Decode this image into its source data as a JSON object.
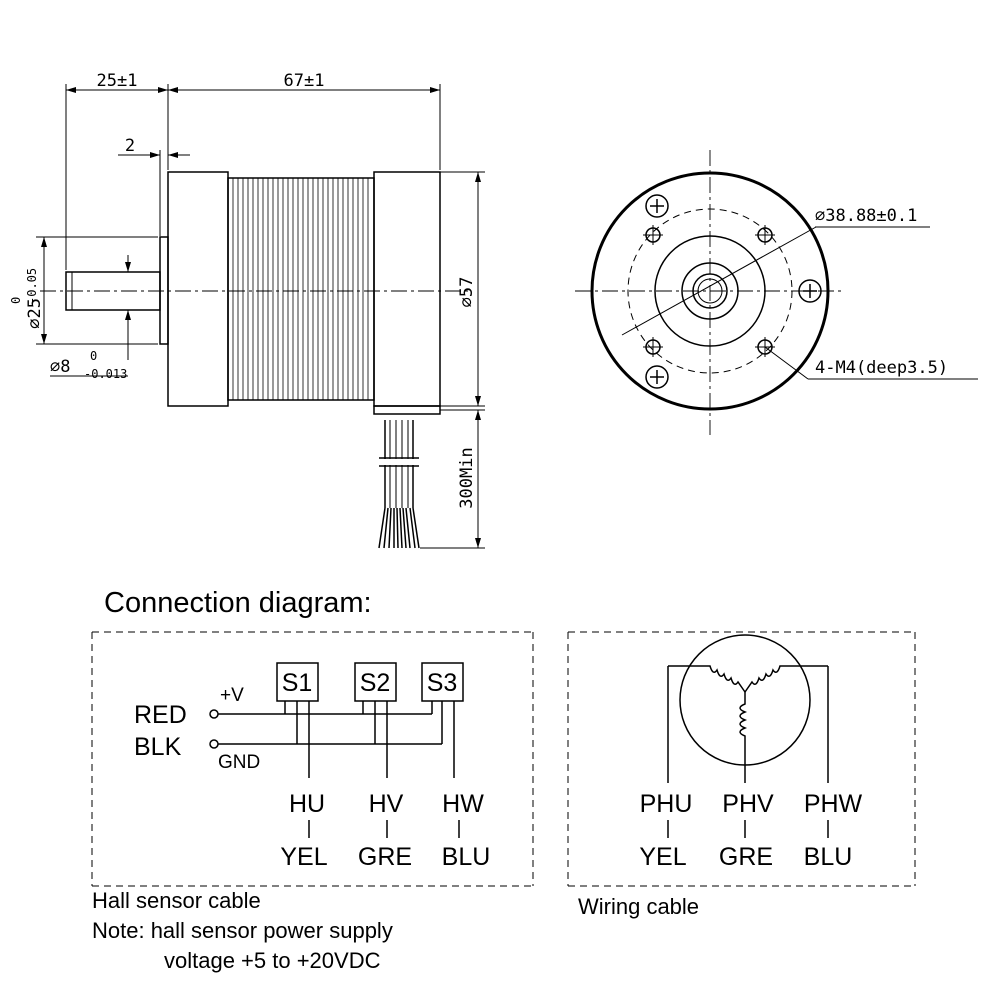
{
  "dimensions": {
    "shaft_length": "25±1",
    "body_length": "67±1",
    "flange_offset": "2",
    "pilot_diameter": "⌀25",
    "pilot_tol_upper": "0",
    "pilot_tol_lower": "-0.05",
    "shaft_diameter": "⌀8",
    "shaft_tol_upper": "0",
    "shaft_tol_lower": "-0.013",
    "body_diameter": "⌀57",
    "cable_length": "300Min",
    "bolt_circle": "⌀38.88±0.1",
    "mounting_holes": "4-M4(deep3.5)"
  },
  "connection": {
    "title": "Connection diagram:",
    "hall": {
      "red": "RED",
      "blk": "BLK",
      "plus_v": "+V",
      "gnd": "GND",
      "sensors": [
        "S1",
        "S2",
        "S3"
      ],
      "signals": [
        "HU",
        "HV",
        "HW"
      ],
      "colors": [
        "YEL",
        "GRE",
        "BLU"
      ],
      "caption": "Hall sensor cable"
    },
    "winding": {
      "phases": [
        "PHU",
        "PHV",
        "PHW"
      ],
      "colors": [
        "YEL",
        "GRE",
        "BLU"
      ],
      "caption": "Wiring cable"
    },
    "note_line1": "Note: hall sensor power supply",
    "note_line2": "voltage +5 to +20VDC"
  }
}
